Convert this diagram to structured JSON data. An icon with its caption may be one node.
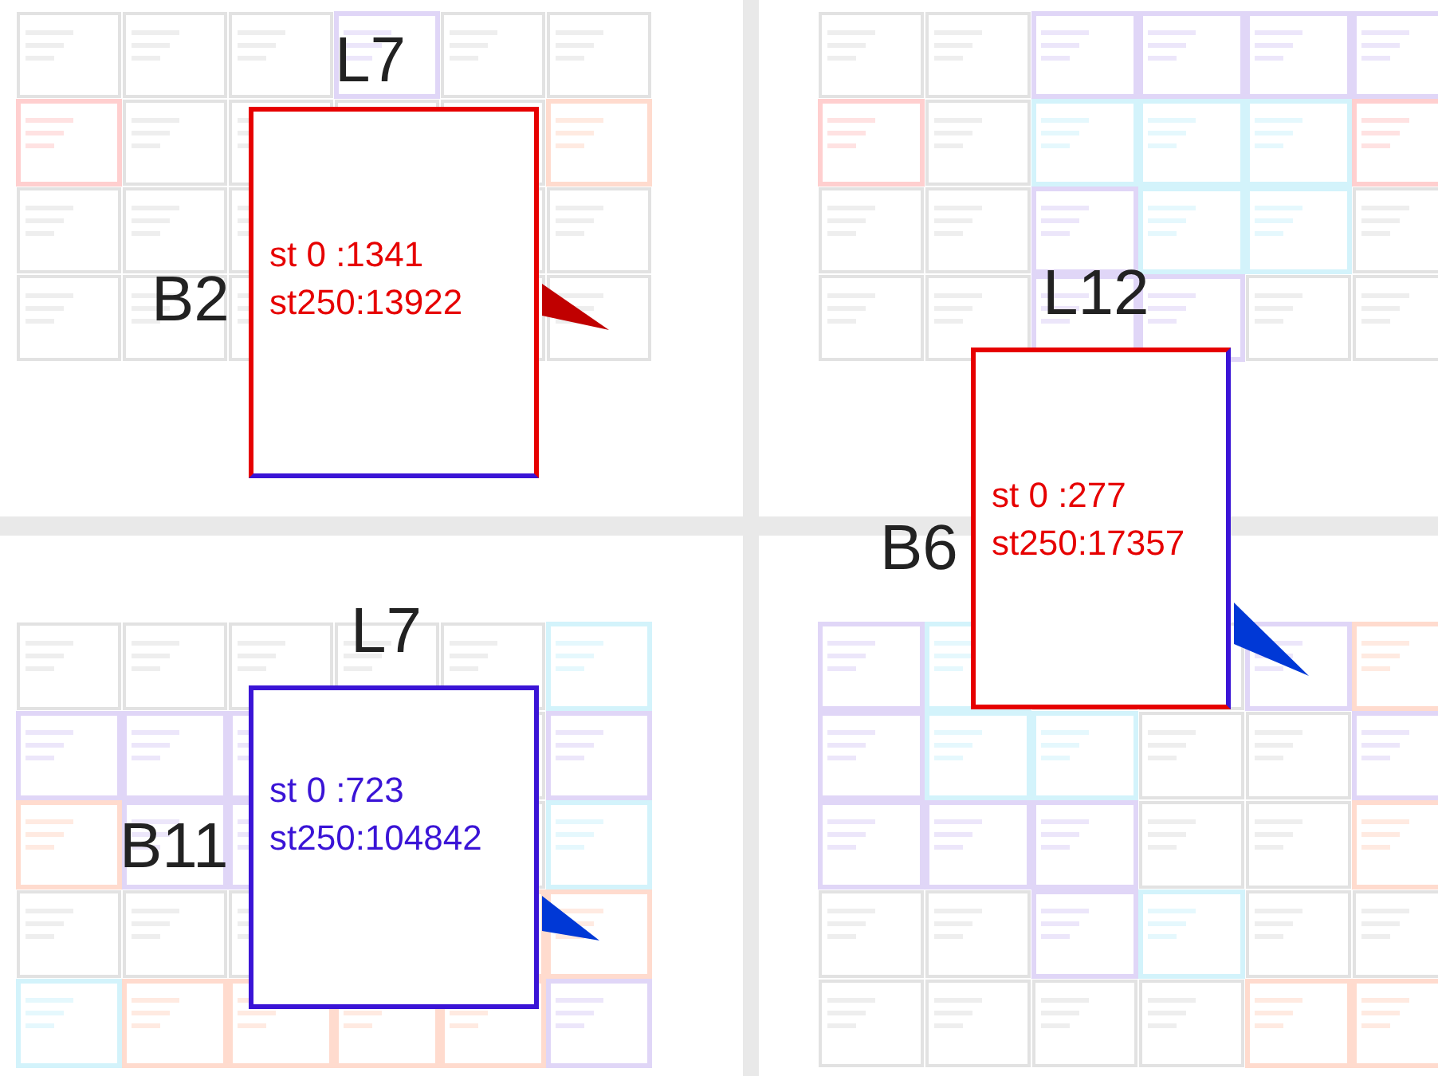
{
  "diagram": {
    "nodes": [
      {
        "text": [
          "st 0 :1341",
          "st250:13922"
        ],
        "beside": [
          "L7",
          "B2"
        ]
      },
      {
        "text": [
          "st 0 :277",
          "st250:17357"
        ],
        "beside": [
          "L12",
          "B6"
        ]
      },
      {
        "text": [
          "st 0 :723",
          "st250:104842"
        ],
        "beside": [
          "L7",
          "B11"
        ]
      }
    ]
  }
}
